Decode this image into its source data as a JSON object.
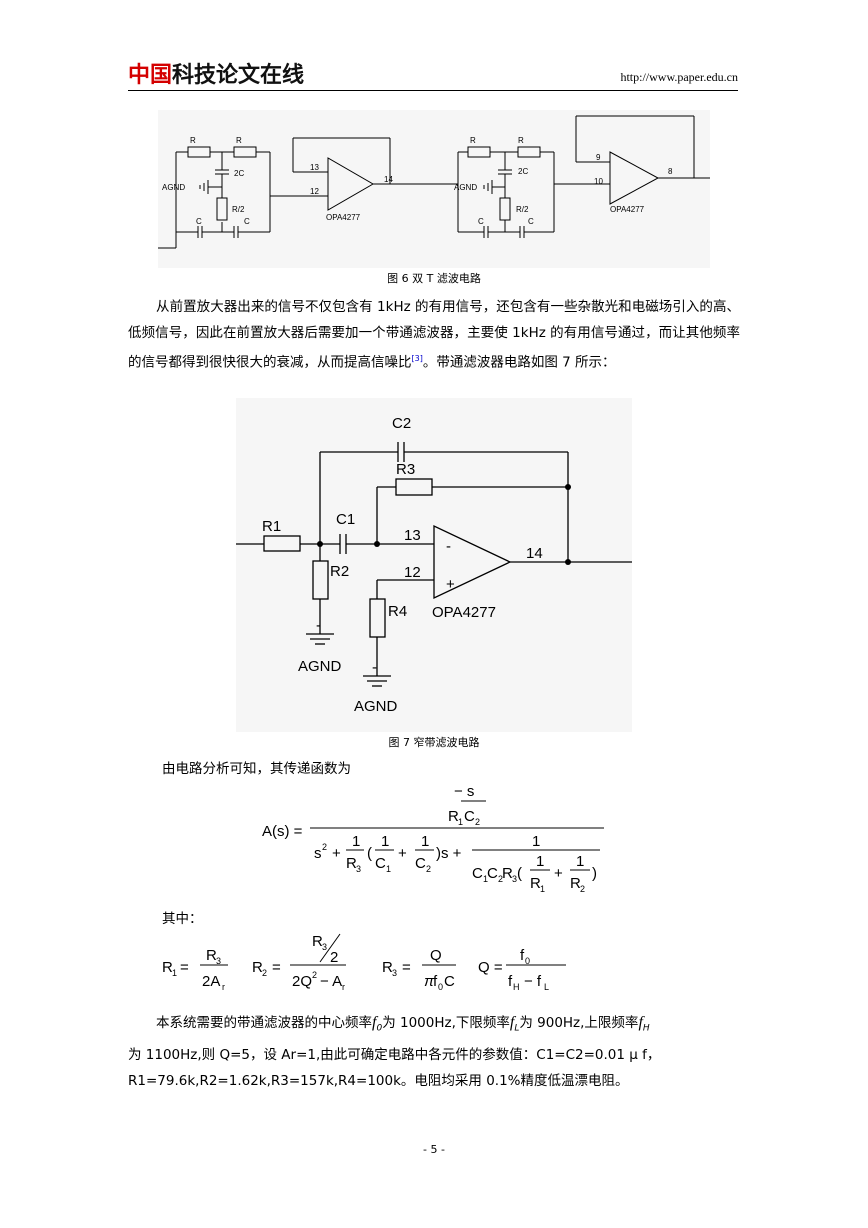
{
  "header": {
    "logo_part1": "中国",
    "logo_part2": "科技论文在线",
    "url": "http://www.paper.edu.cn"
  },
  "fig6": {
    "caption": "图 6  双 T 滤波电路",
    "labels": {
      "r": "R",
      "two_c": "2C",
      "r_half": "R/2",
      "c": "C",
      "agnd": "AGND",
      "opamp": "OPA4277",
      "pin13": "13",
      "pin12": "12",
      "pin14": "14",
      "pin9": "9",
      "pin10": "10",
      "pin8": "8"
    }
  },
  "paragraph1": {
    "text": "从前置放大器出来的信号不仅包含有 1kHz 的有用信号，还包含有一些杂散光和电磁场引入的高、低频信号，因此在前置放大器后需要加一个带通滤波器，主要使 1kHz 的有用信号通过，而让其他频率的信号都得到很快很大的衰减，从而提高信噪比",
    "ref": "[3]",
    "tail": "。带通滤波器电路如图 7 所示："
  },
  "fig7": {
    "caption": "图 7  窄带滤波电路",
    "labels": {
      "c2": "C2",
      "r3": "R3",
      "r1": "R1",
      "c1": "C1",
      "r2": "R2",
      "r4": "R4",
      "pin13": "13",
      "pin12": "12",
      "pin14": "14",
      "minus": "-",
      "plus": "+",
      "opamp": "OPA4277",
      "agnd": "AGND"
    }
  },
  "analysis_intro": "由电路分析可知，其传递函数为",
  "where_label": "其中：",
  "paragraph2": {
    "line1_a": "本系统需要的带通滤波器的中心频率",
    "f0": "f",
    "f0_sub": "0",
    "line1_b": "为 1000Hz,下限频率",
    "fl": "f",
    "fl_sub": "L",
    "line1_c": "为 900Hz,上限频率",
    "fh": "f",
    "fh_sub": "H",
    "line2": "为  1100Hz,则  Q=5，设  Ar=1,由此可确定电路中各元件的参数值：C1=C2=0.01 μ f，",
    "line3": "R1=79.6k,R2=1.62k,R3=157k,R4=100k。电阻均采用 0.1%精度低温漂电阻。"
  },
  "page_number": "- 5 -"
}
